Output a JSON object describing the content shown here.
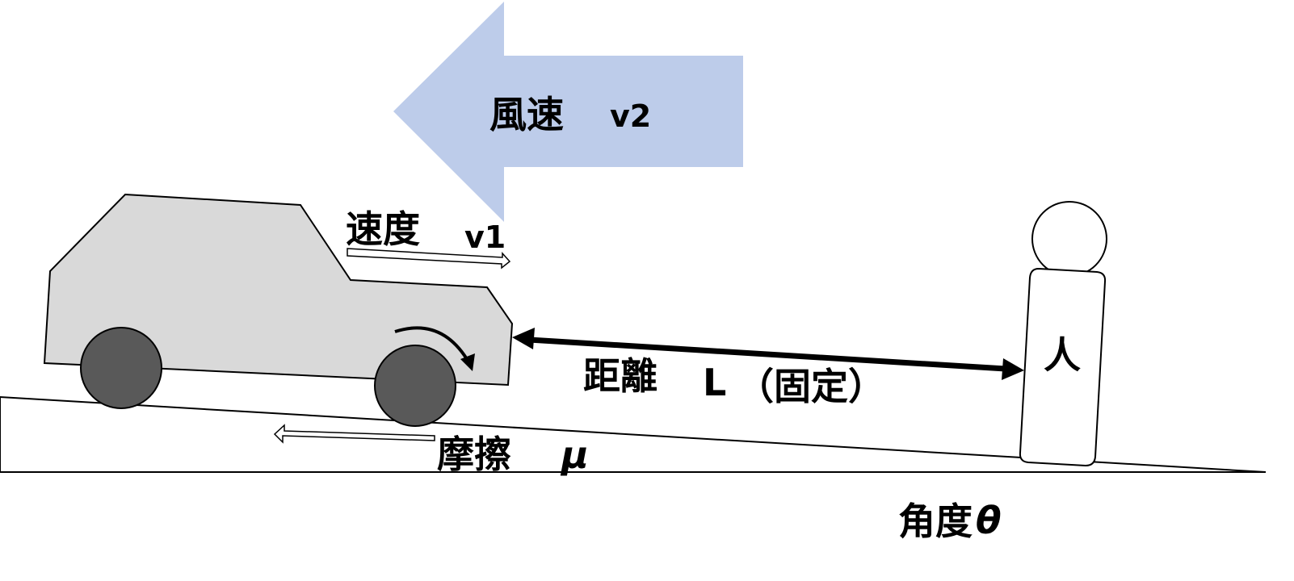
{
  "wind": {
    "label": "風速",
    "variable": "v2",
    "color": "#BDCCEA"
  },
  "car": {
    "speed_label": "速度",
    "speed_variable": "v1",
    "body_color": "#D9D9D9",
    "wheel_color": "#595959"
  },
  "distance": {
    "label": "距離",
    "variable": "L",
    "note": "（固定）"
  },
  "person": {
    "label": "人"
  },
  "friction": {
    "label": "摩擦",
    "variable": "μ"
  },
  "slope": {
    "label": "角度",
    "variable": "θ"
  }
}
